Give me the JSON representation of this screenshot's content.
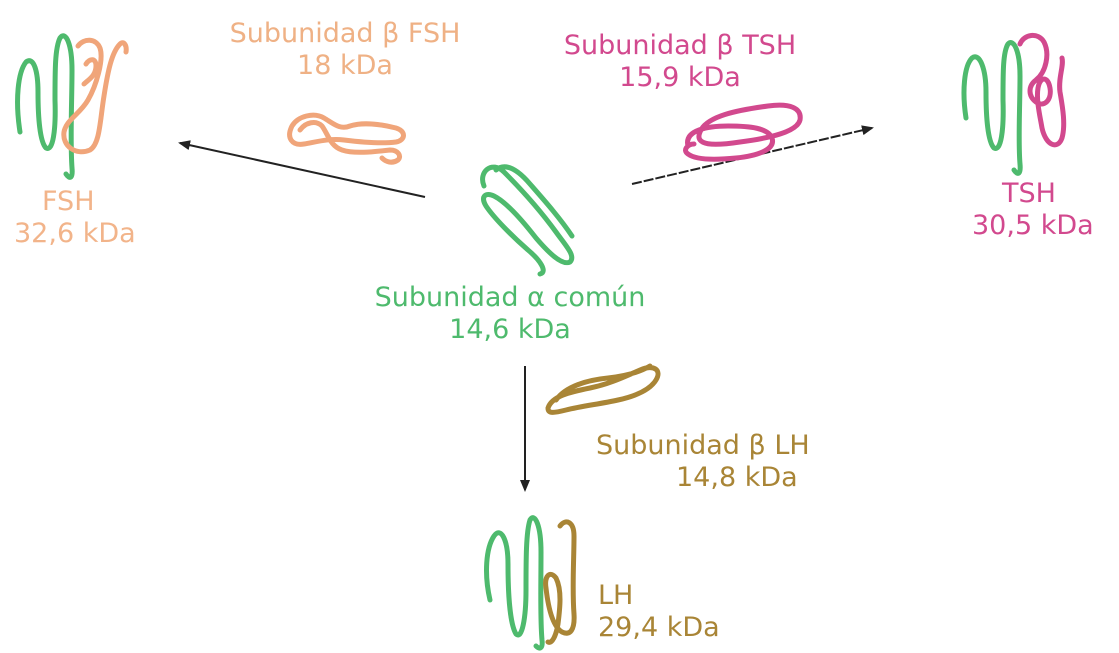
{
  "colors": {
    "alpha": "#4eba6d",
    "fsh_beta": "#f0a57a",
    "fsh_label": "#f2b48a",
    "tsh": "#d2498e",
    "lh": "#a98536",
    "arrow": "#222222"
  },
  "alpha_subunit": {
    "name": "Subunidad α común",
    "mass": "14,6 kDa"
  },
  "beta_fsh": {
    "name": "Subunidad β FSH",
    "mass": "18 kDa"
  },
  "beta_tsh": {
    "name": "Subunidad β TSH",
    "mass": "15,9 kDa"
  },
  "beta_lh": {
    "name": "Subunidad β LH",
    "mass": "14,8 kDa"
  },
  "fsh": {
    "name": "FSH",
    "mass": "32,6 kDa"
  },
  "tsh": {
    "name": "TSH",
    "mass": "30,5 kDa"
  },
  "lh": {
    "name": "LH",
    "mass": "29,4 kDa"
  }
}
